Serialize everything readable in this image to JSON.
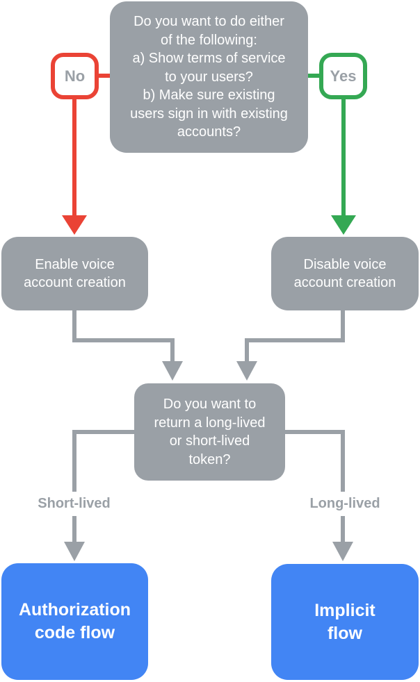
{
  "colors": {
    "gray": "#9AA0A6",
    "red": "#EA4335",
    "green": "#34A853",
    "blue": "#4285F4",
    "muted-text": "#9AA0A6",
    "white": "#FFFFFF"
  },
  "nodes": {
    "question_top": "Do you want to do either\nof the following:\na) Show terms of service\nto your users?\nb) Make sure existing\nusers sign in with existing\naccounts?",
    "no_label": "No",
    "yes_label": "Yes",
    "enable_voice": "Enable voice\naccount creation",
    "disable_voice": "Disable voice\naccount creation",
    "question_token": "Do you want to\nreturn a long-lived\nor short-lived\ntoken?",
    "short_lived_label": "Short-lived",
    "long_lived_label": "Long-lived",
    "auth_code_flow": "Authorization\ncode flow",
    "implicit_flow": "Implicit\nflow"
  }
}
